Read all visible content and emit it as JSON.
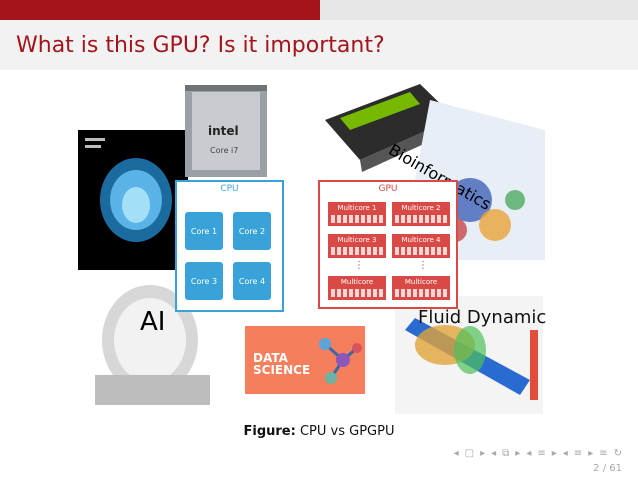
{
  "slide": {
    "title": "What is this GPU? Is it important?",
    "caption_prefix": "Figure:",
    "caption_text": "CPU vs GPGPU",
    "page_number": "2 / 61"
  },
  "images": {
    "intel_logo": "intel",
    "intel_model": "Core i7",
    "ai_label": "AI",
    "bioinformatics_label": "Bioinformatics",
    "fluid_label": "Fluid Dynamic",
    "data_science_line1": "DATA",
    "data_science_line2": "SCIENCE"
  },
  "cpu": {
    "title": "CPU",
    "cores": [
      "Core 1",
      "Core 2",
      "Core 3",
      "Core 4"
    ]
  },
  "gpu": {
    "title": "GPU",
    "multicores": [
      "Multicore 1",
      "Multicore 2",
      "Multicore 3",
      "Multicore 4",
      "Multicore",
      "Multicore"
    ]
  },
  "nav_icons": [
    "frame-prev-icon",
    "frame-next-icon",
    "subsection-prev-icon",
    "subsection-next-icon",
    "section-prev-icon",
    "section-next-icon",
    "slide-prev-icon",
    "slide-next-icon",
    "toc-icon",
    "search-icon"
  ],
  "colors": {
    "accent": "#a4141b",
    "cpu_blue": "#39a3d9",
    "gpu_red": "#d94a46"
  }
}
